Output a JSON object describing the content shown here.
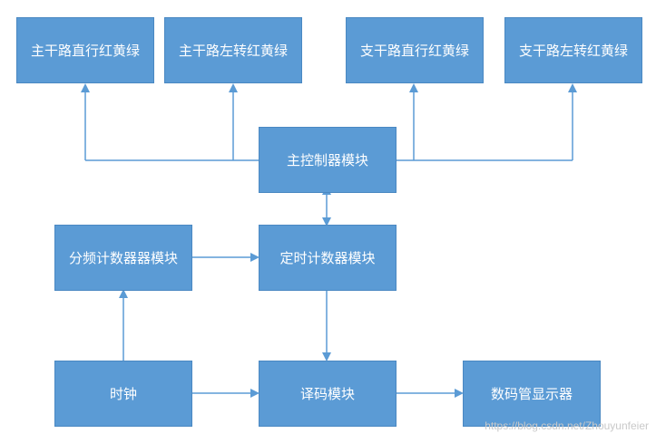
{
  "nodes": {
    "main_straight": "主干路直行红黄绿",
    "main_left": "主干路左转红黄绿",
    "branch_straight": "支干路直行红黄绿",
    "branch_left": "支干路左转红黄绿",
    "controller": "主控制器模块",
    "divider": "分频计数器器模块",
    "timer": "定时计数器模块",
    "clock": "时钟",
    "decoder": "译码模块",
    "display": "数码管显示器"
  },
  "watermark": "https://blog.csdn.net/Zhouyunfeier",
  "colors": {
    "box_fill": "#5b9bd5",
    "box_border": "#4a88c2",
    "box_text": "#ffffff",
    "connector": "#5b9bd5"
  }
}
